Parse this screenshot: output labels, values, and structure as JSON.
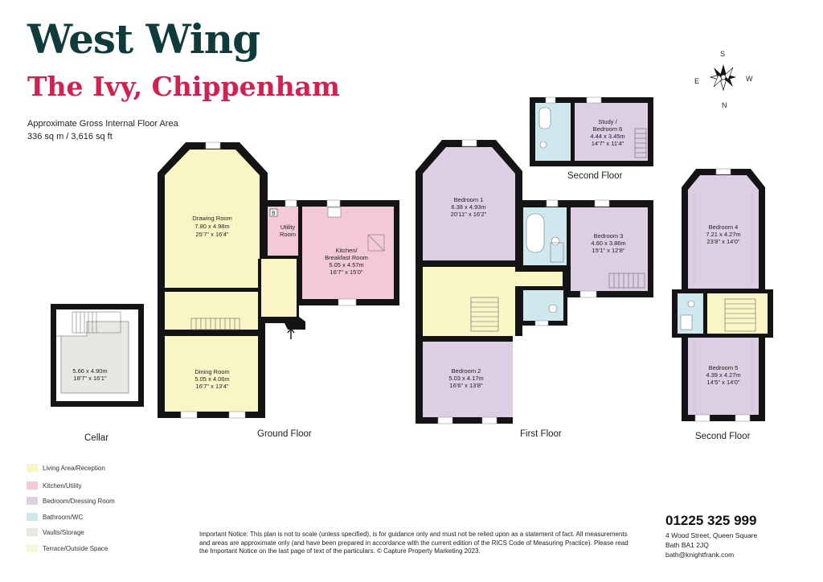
{
  "header": {
    "title": "West Wing",
    "subtitle": "The Ivy, Chippenham",
    "area_label": "Approximate Gross Internal Floor Area",
    "area_value": "336 sq m / 3,616 sq ft"
  },
  "compass": {
    "n": "N",
    "s": "S",
    "e": "E",
    "w": "W"
  },
  "floors": {
    "cellar": "Cellar",
    "ground": "Ground Floor",
    "first": "First Floor",
    "second_a": "Second Floor",
    "second_b": "Second Floor"
  },
  "rooms": {
    "cellar": {
      "m": "5.66 x 4.90m",
      "ft": "18'7\" x 16'1\""
    },
    "drawing": {
      "name": "Drawing Room",
      "m": "7.80 x 4.98m",
      "ft": "25'7\" x 16'4\""
    },
    "utility": {
      "l1": "Utility",
      "l2": "Room"
    },
    "b_mark": "B",
    "kitchen": {
      "l1": "Kitchen/",
      "l2": "Breakfast Room",
      "m": "5.05 x 4.57m",
      "ft": "16'7\" x 15'0\""
    },
    "dining": {
      "name": "Dining Room",
      "m": "5.05 x 4.06m",
      "ft": "16'7\" x 13'4\""
    },
    "bed1": {
      "name": "Bedroom 1",
      "m": "6.38 x 4.93m",
      "ft": "20'11\" x 16'2\""
    },
    "bed2": {
      "name": "Bedroom 2",
      "m": "5.03 x 4.17m",
      "ft": "16'6\" x 13'8\""
    },
    "bed3": {
      "name": "Bedroom 3",
      "m": "4.60 x 3.86m",
      "ft": "15'1\" x 12'8\""
    },
    "study": {
      "l1": "Study /",
      "l2": "Bedroom 6",
      "m": "4.44 x 3.45m",
      "ft": "14'7\" x 11'4\""
    },
    "bed4": {
      "name": "Bedroom 4",
      "m": "7.21 x 4.27m",
      "ft": "23'8\" x 14'0\""
    },
    "bed5": {
      "name": "Bedroom 5",
      "m": "4.39 x 4.27m",
      "ft": "14'5\" x 14'0\""
    }
  },
  "legend": [
    {
      "label": "Living Area/Reception",
      "color": "#faf5c4"
    },
    {
      "label": "Kitchen/Utility",
      "color": "#f3c9d6"
    },
    {
      "label": "Bedroom/Dressing Room",
      "color": "#dccfe3"
    },
    {
      "label": "Bathroom/WC",
      "color": "#cfe8ee"
    },
    {
      "label": "Vaults/Storage",
      "color": "#e8e8e2"
    },
    {
      "label": "Terrace/Outside Space",
      "color": "#f7f6d8"
    }
  ],
  "notice": "Important Notice: This plan is not to scale (unless specified), is for guidance only and must not be relied upon as a statement of fact. All measurements and areas are approximate only (and have been prepared in accordance with the current edition of the RICS Code of Measuring Practice). Please read the Important Notice on the last page of text of the particulars. © Capture Property Marketing 2023.",
  "contact": {
    "phone": "01225 325 999",
    "address1": "4 Wood Street, Queen Square",
    "address2": "Bath BA1 2JQ",
    "email": "bath@knightfrank.com"
  },
  "colors": {
    "title": "#0f3b3a",
    "subtitle": "#d41f4f",
    "wall": "#141414",
    "living": "#faf5c4",
    "kitchen": "#f3c9d6",
    "bedroom": "#dccfe3",
    "bathroom": "#cfe8ee",
    "storage": "#e8e8e2"
  }
}
